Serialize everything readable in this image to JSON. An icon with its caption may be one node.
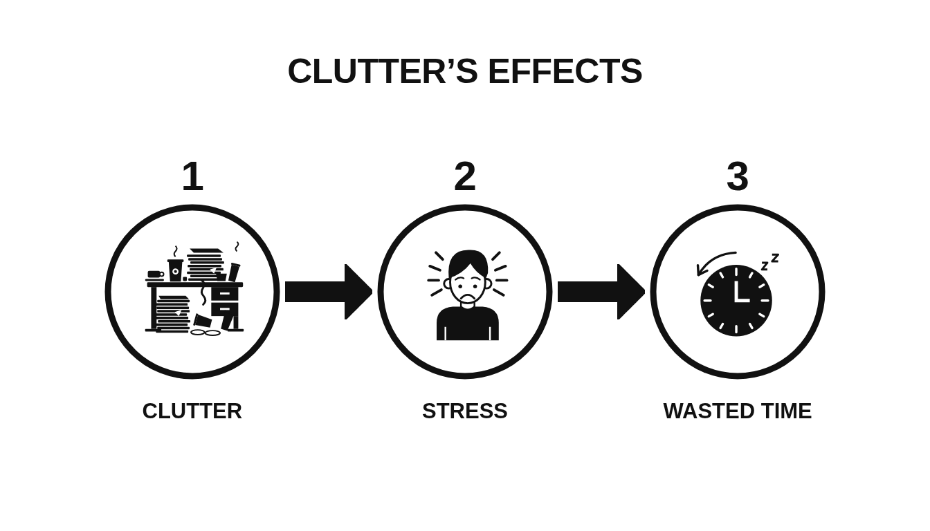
{
  "diagram": {
    "title": "CLUTTER’S EFFECTS",
    "nodes": [
      {
        "text": [],
        "shape": "circle",
        "beside": [
          "1",
          "CLUTTER"
        ]
      },
      {
        "text": [],
        "shape": "circle",
        "beside": [
          "2",
          "STRESS"
        ]
      },
      {
        "text": [],
        "shape": "circle",
        "beside": [
          "3",
          "WASTED TIME"
        ]
      }
    ],
    "edges": [
      {
        "from": 0,
        "to": 1,
        "arrow": "to"
      },
      {
        "from": 1,
        "to": 2,
        "arrow": "to"
      }
    ]
  }
}
